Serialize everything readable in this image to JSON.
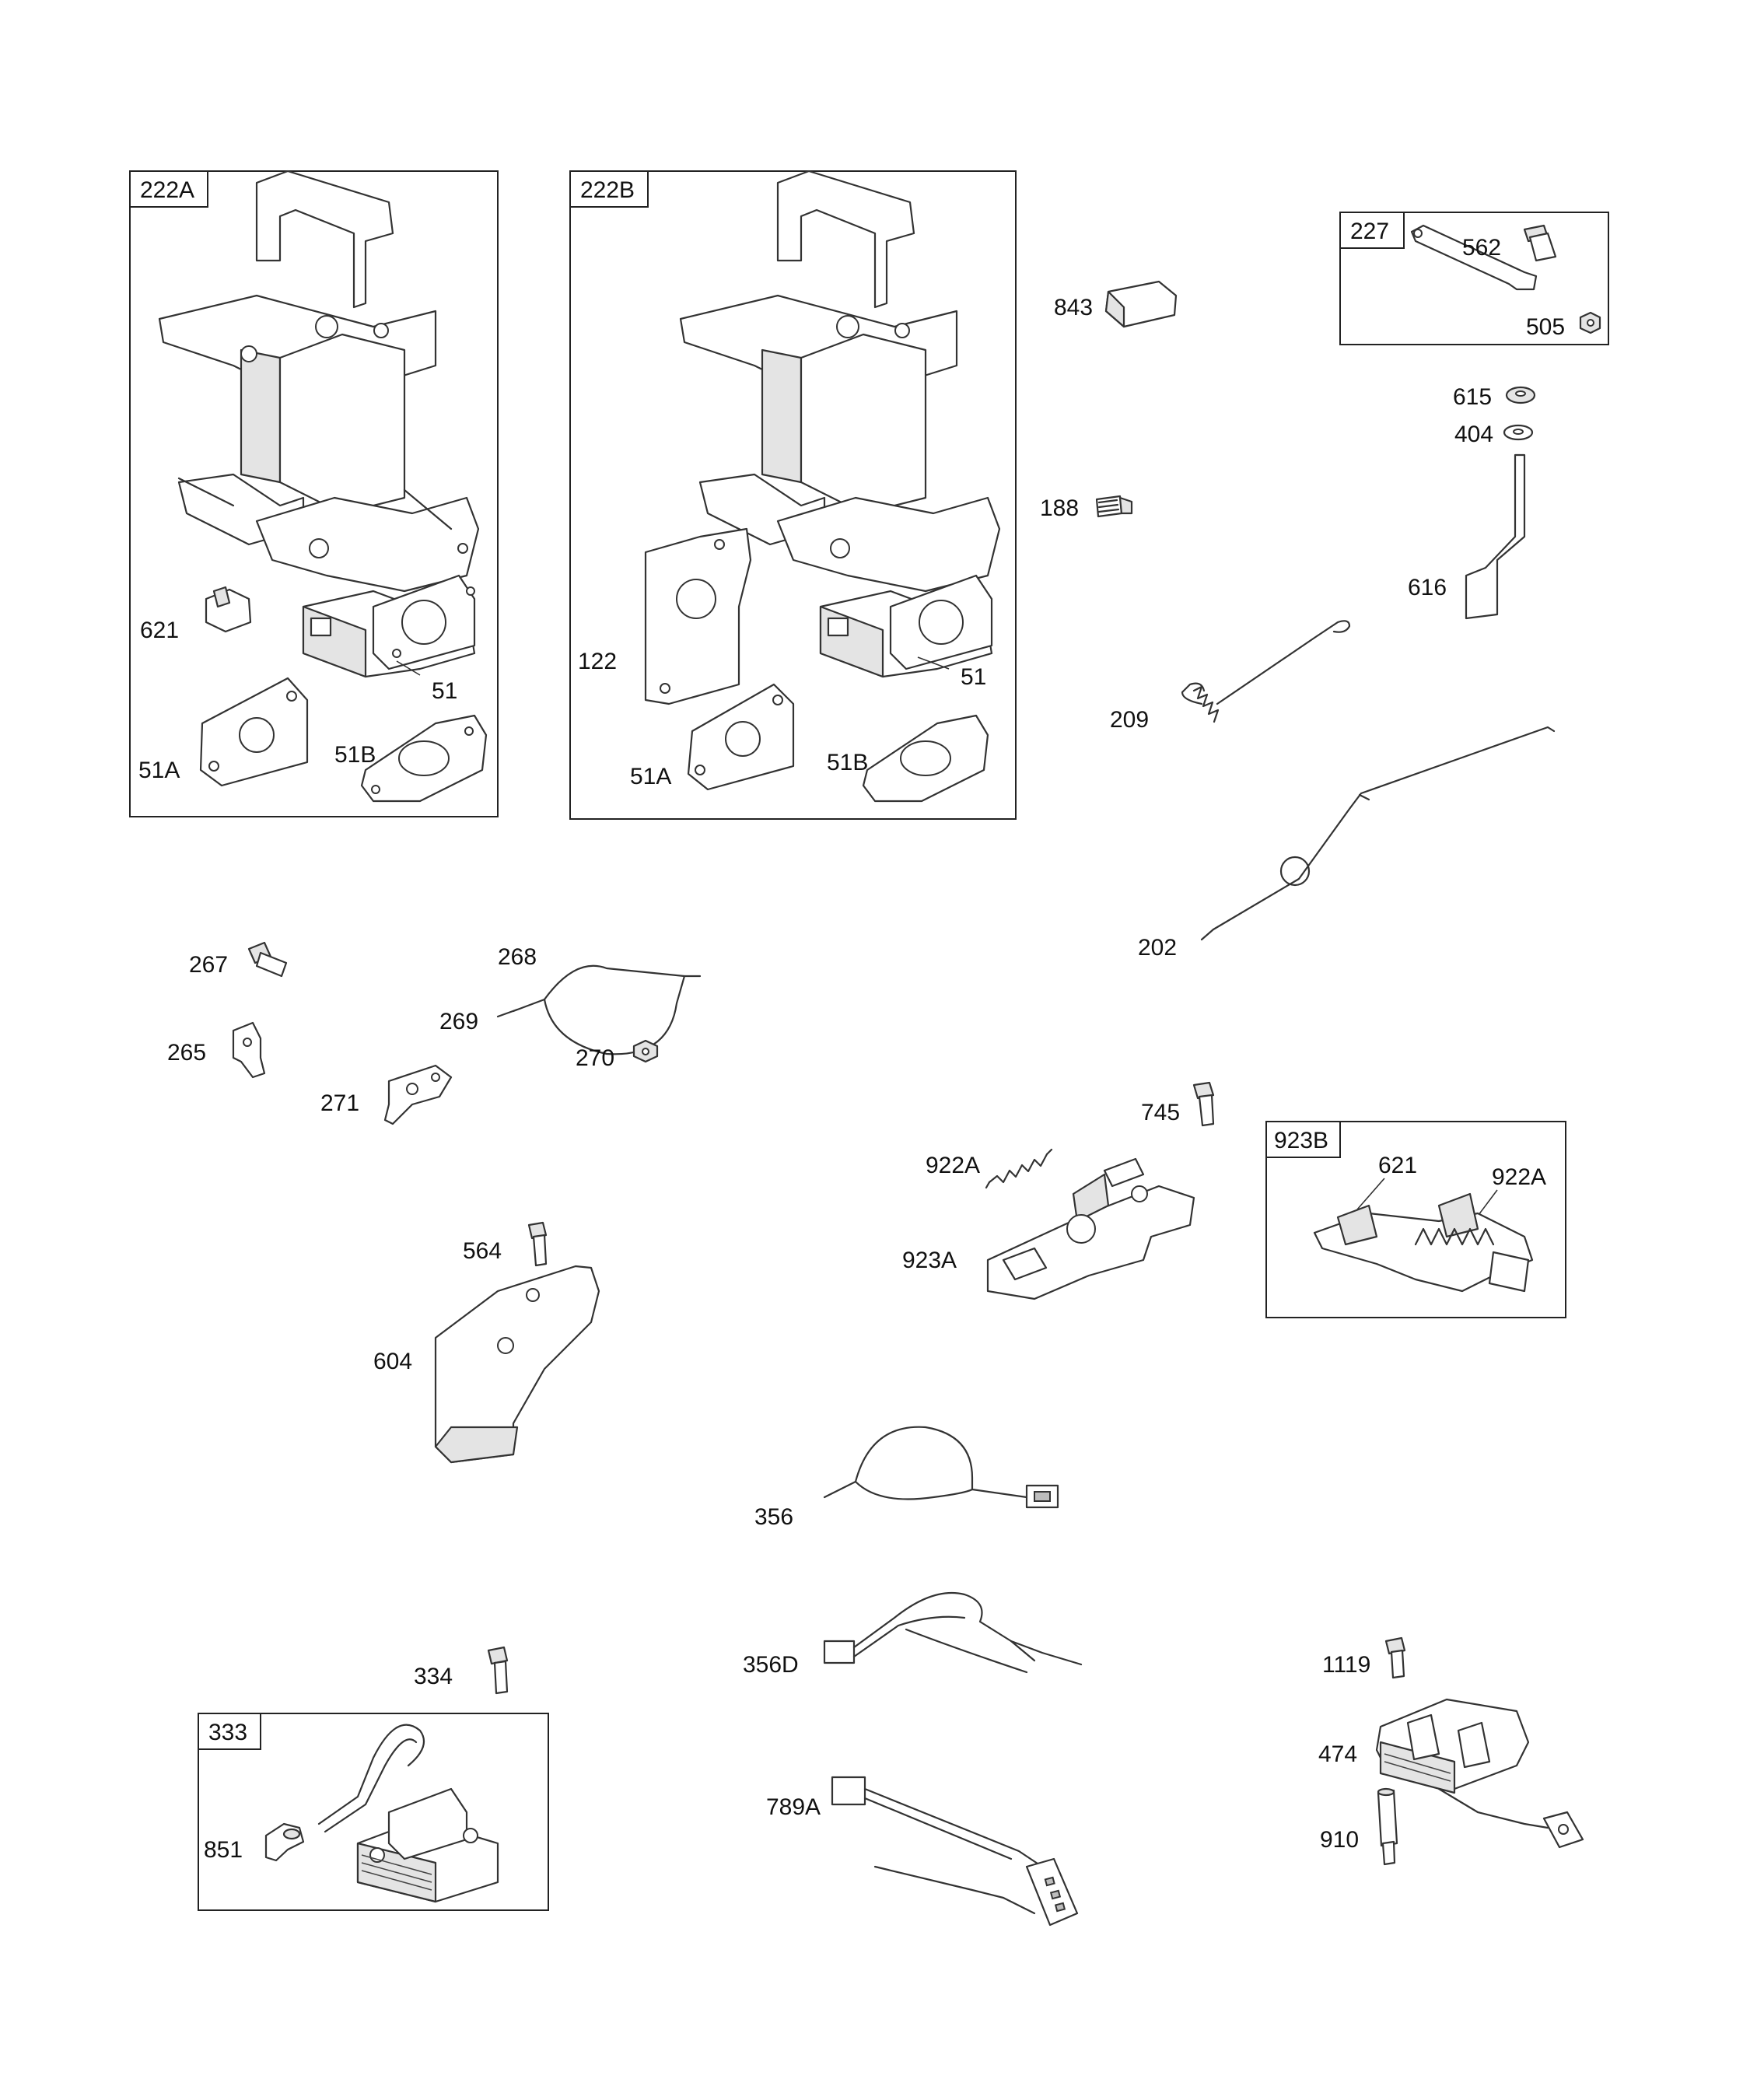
{
  "kits": {
    "k222a": "222A",
    "k222b": "222B",
    "k227": "227",
    "k923b": "923B",
    "k333": "333"
  },
  "callouts": {
    "c222a_621": "621",
    "c222a_51": "51",
    "c222a_51a": "51A",
    "c222a_51b": "51B",
    "c222b_122": "122",
    "c222b_51": "51",
    "c222b_51a": "51A",
    "c222b_51b": "51B",
    "c843": "843",
    "c188": "188",
    "c227_562": "562",
    "c227_505": "505",
    "c615": "615",
    "c404": "404",
    "c616": "616",
    "c209": "209",
    "c202": "202",
    "c267": "267",
    "c268": "268",
    "c269": "269",
    "c265": "265",
    "c270": "270",
    "c271": "271",
    "c745": "745",
    "c922a": "922A",
    "c923a": "923A",
    "c923b_621": "621",
    "c923b_922a": "922A",
    "c564": "564",
    "c604": "604",
    "c356": "356",
    "c356d": "356D",
    "c334": "334",
    "c851": "851",
    "c789a": "789A",
    "c1119": "1119",
    "c474": "474",
    "c910": "910"
  }
}
